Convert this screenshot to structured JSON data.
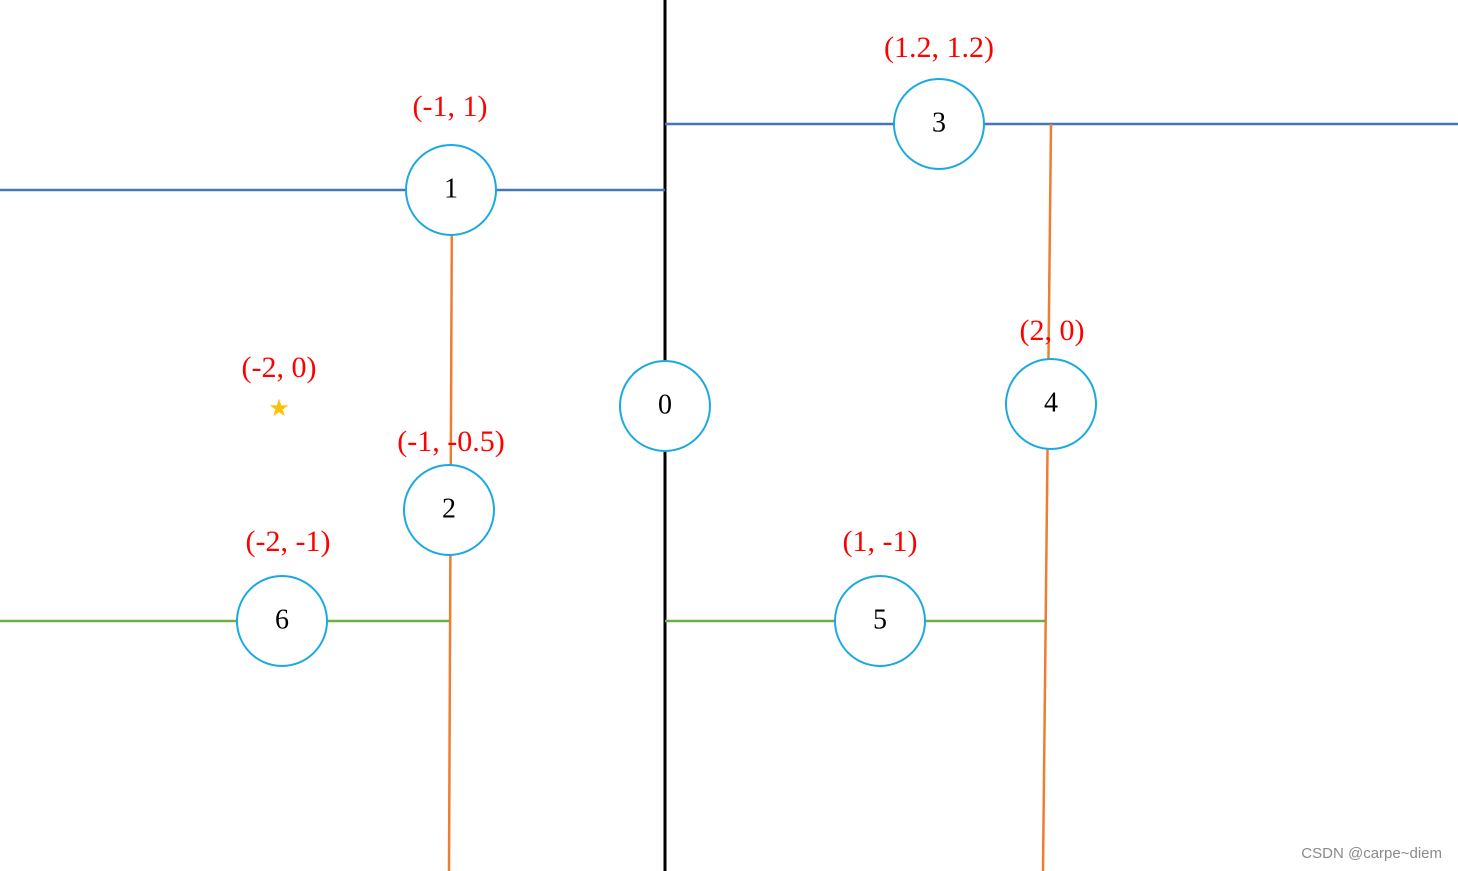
{
  "colors": {
    "axis": "#000000",
    "node_ring": "#1aa9e0",
    "blue_line": "#4478b9",
    "orange_line": "#ed7d31",
    "green_line": "#70ad47",
    "coord_text": "#ff0000",
    "star": "#ffc000"
  },
  "nodes": [
    {
      "id": "0",
      "label": "0",
      "coord": ""
    },
    {
      "id": "1",
      "label": "1",
      "coord": "(-1, 1)"
    },
    {
      "id": "2",
      "label": "2",
      "coord": "(-1, -0.5)"
    },
    {
      "id": "3",
      "label": "3",
      "coord": "(1.2, 1.2)"
    },
    {
      "id": "4",
      "label": "4",
      "coord": "(2, 0)"
    },
    {
      "id": "5",
      "label": "5",
      "coord": "(1, -1)"
    },
    {
      "id": "6",
      "label": "6",
      "coord": "(-2, -1)"
    }
  ],
  "query_point": {
    "icon": "star-icon",
    "glyph": "★",
    "coord": "(-2, 0)"
  },
  "watermark": "CSDN @carpe~diem"
}
